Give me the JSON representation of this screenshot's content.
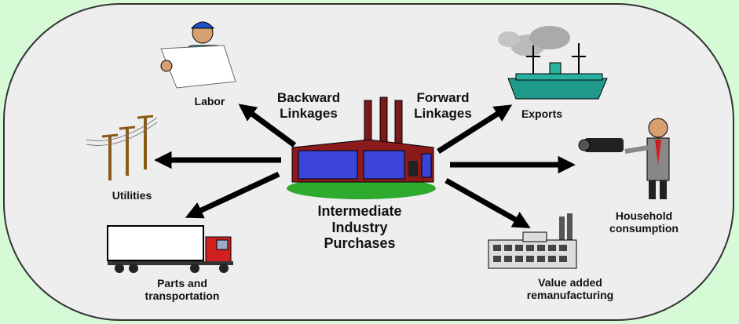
{
  "diagram": {
    "center_label": [
      "Intermediate",
      "Industry",
      "Purchases"
    ],
    "backward_label": [
      "Backward",
      "Linkages"
    ],
    "forward_label": [
      "Forward",
      "Linkages"
    ],
    "nodes": {
      "labor": "Labor",
      "utilities": "Utilities",
      "parts": [
        "Parts and",
        "transportation"
      ],
      "exports": "Exports",
      "household": [
        "Household",
        "consumption"
      ],
      "value_added": [
        "Value added",
        "remanufacturing"
      ]
    }
  }
}
